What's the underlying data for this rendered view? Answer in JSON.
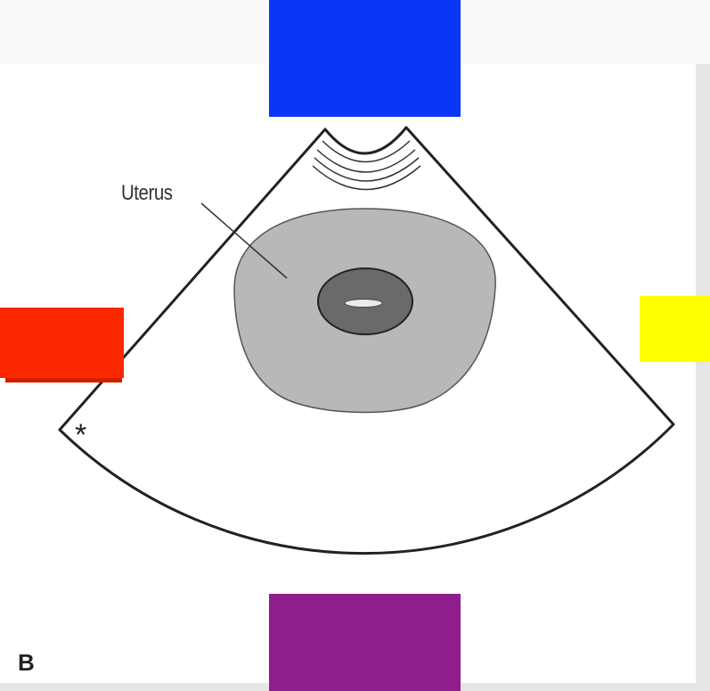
{
  "figure": {
    "uterus_label": "Uterus",
    "panel_letter": "B",
    "marker_symbol": "*"
  },
  "colors": {
    "top_box": "#0a37f7",
    "left_box": "#fb2800",
    "right_box": "#ffff00",
    "bottom_box": "#8f1d8c",
    "uterus_fill": "#b8b8b8",
    "inner_fill": "#6a6a6a",
    "outline": "#222222"
  },
  "boxes": [
    {
      "name": "top-label-box",
      "color_key": "top_box"
    },
    {
      "name": "left-label-box",
      "color_key": "left_box"
    },
    {
      "name": "right-label-box",
      "color_key": "right_box"
    },
    {
      "name": "bottom-label-box",
      "color_key": "bottom_box"
    }
  ]
}
